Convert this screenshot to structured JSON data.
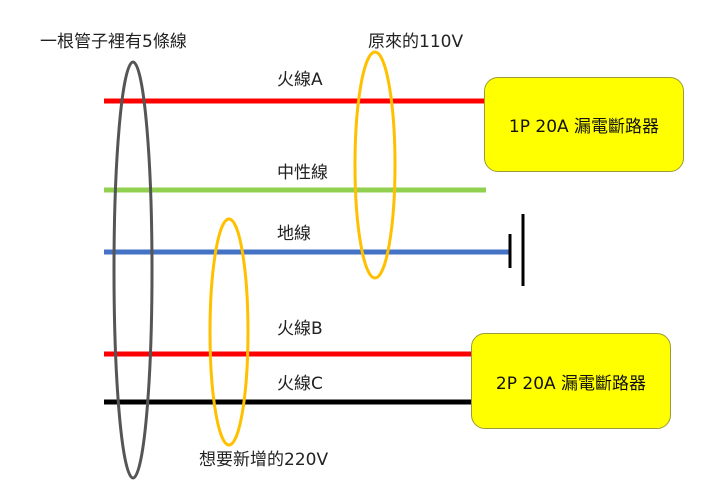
{
  "labels": {
    "conduit_note": "一根管子裡有5條線",
    "original_110v": "原來的110V",
    "new_220v": "想要新增的220V",
    "hot_a": "火線A",
    "neutral": "中性線",
    "ground": "地線",
    "hot_b": "火線B",
    "hot_c": "火線C"
  },
  "breakers": {
    "breaker_1p": "1P 20A 漏電斷路器",
    "breaker_2p": "2P 20A 漏電斷路器"
  },
  "colors": {
    "hot_a": "#ff0000",
    "neutral": "#92d050",
    "ground": "#4472c4",
    "hot_b": "#ff0000",
    "hot_c": "#000000",
    "conduit_ring": "#555555",
    "group_ring": "#ffc000",
    "breaker_fill": "#ffff00"
  }
}
